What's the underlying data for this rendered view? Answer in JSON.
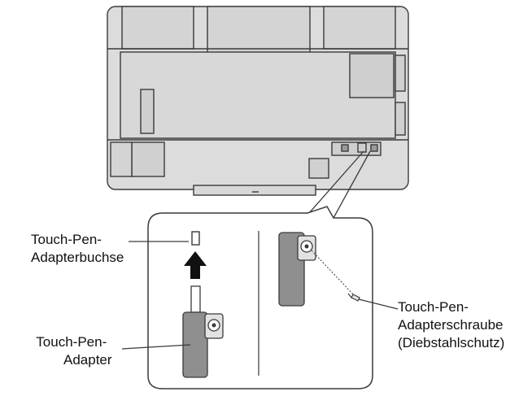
{
  "labels": {
    "socket": {
      "line1": "Touch-Pen-",
      "line2": "Adapterbuchse"
    },
    "adapter": {
      "line1": "Touch-Pen-",
      "line2": "Adapter"
    },
    "screw": {
      "line1": "Touch-Pen-",
      "line2": "Adapterschraube",
      "line3": "(Diebstahlschutz)"
    }
  },
  "icons": {
    "display_back": "monitor-rear-view",
    "arrow": "arrow-up-icon",
    "adapter": "touch-pen-adapter-icon",
    "screw": "screw-icon"
  },
  "colors": {
    "line": "#3a3a3a",
    "panel_fill": "#dcdcdc",
    "adapter_fill": "#8f8f8f",
    "background": "#ffffff"
  }
}
